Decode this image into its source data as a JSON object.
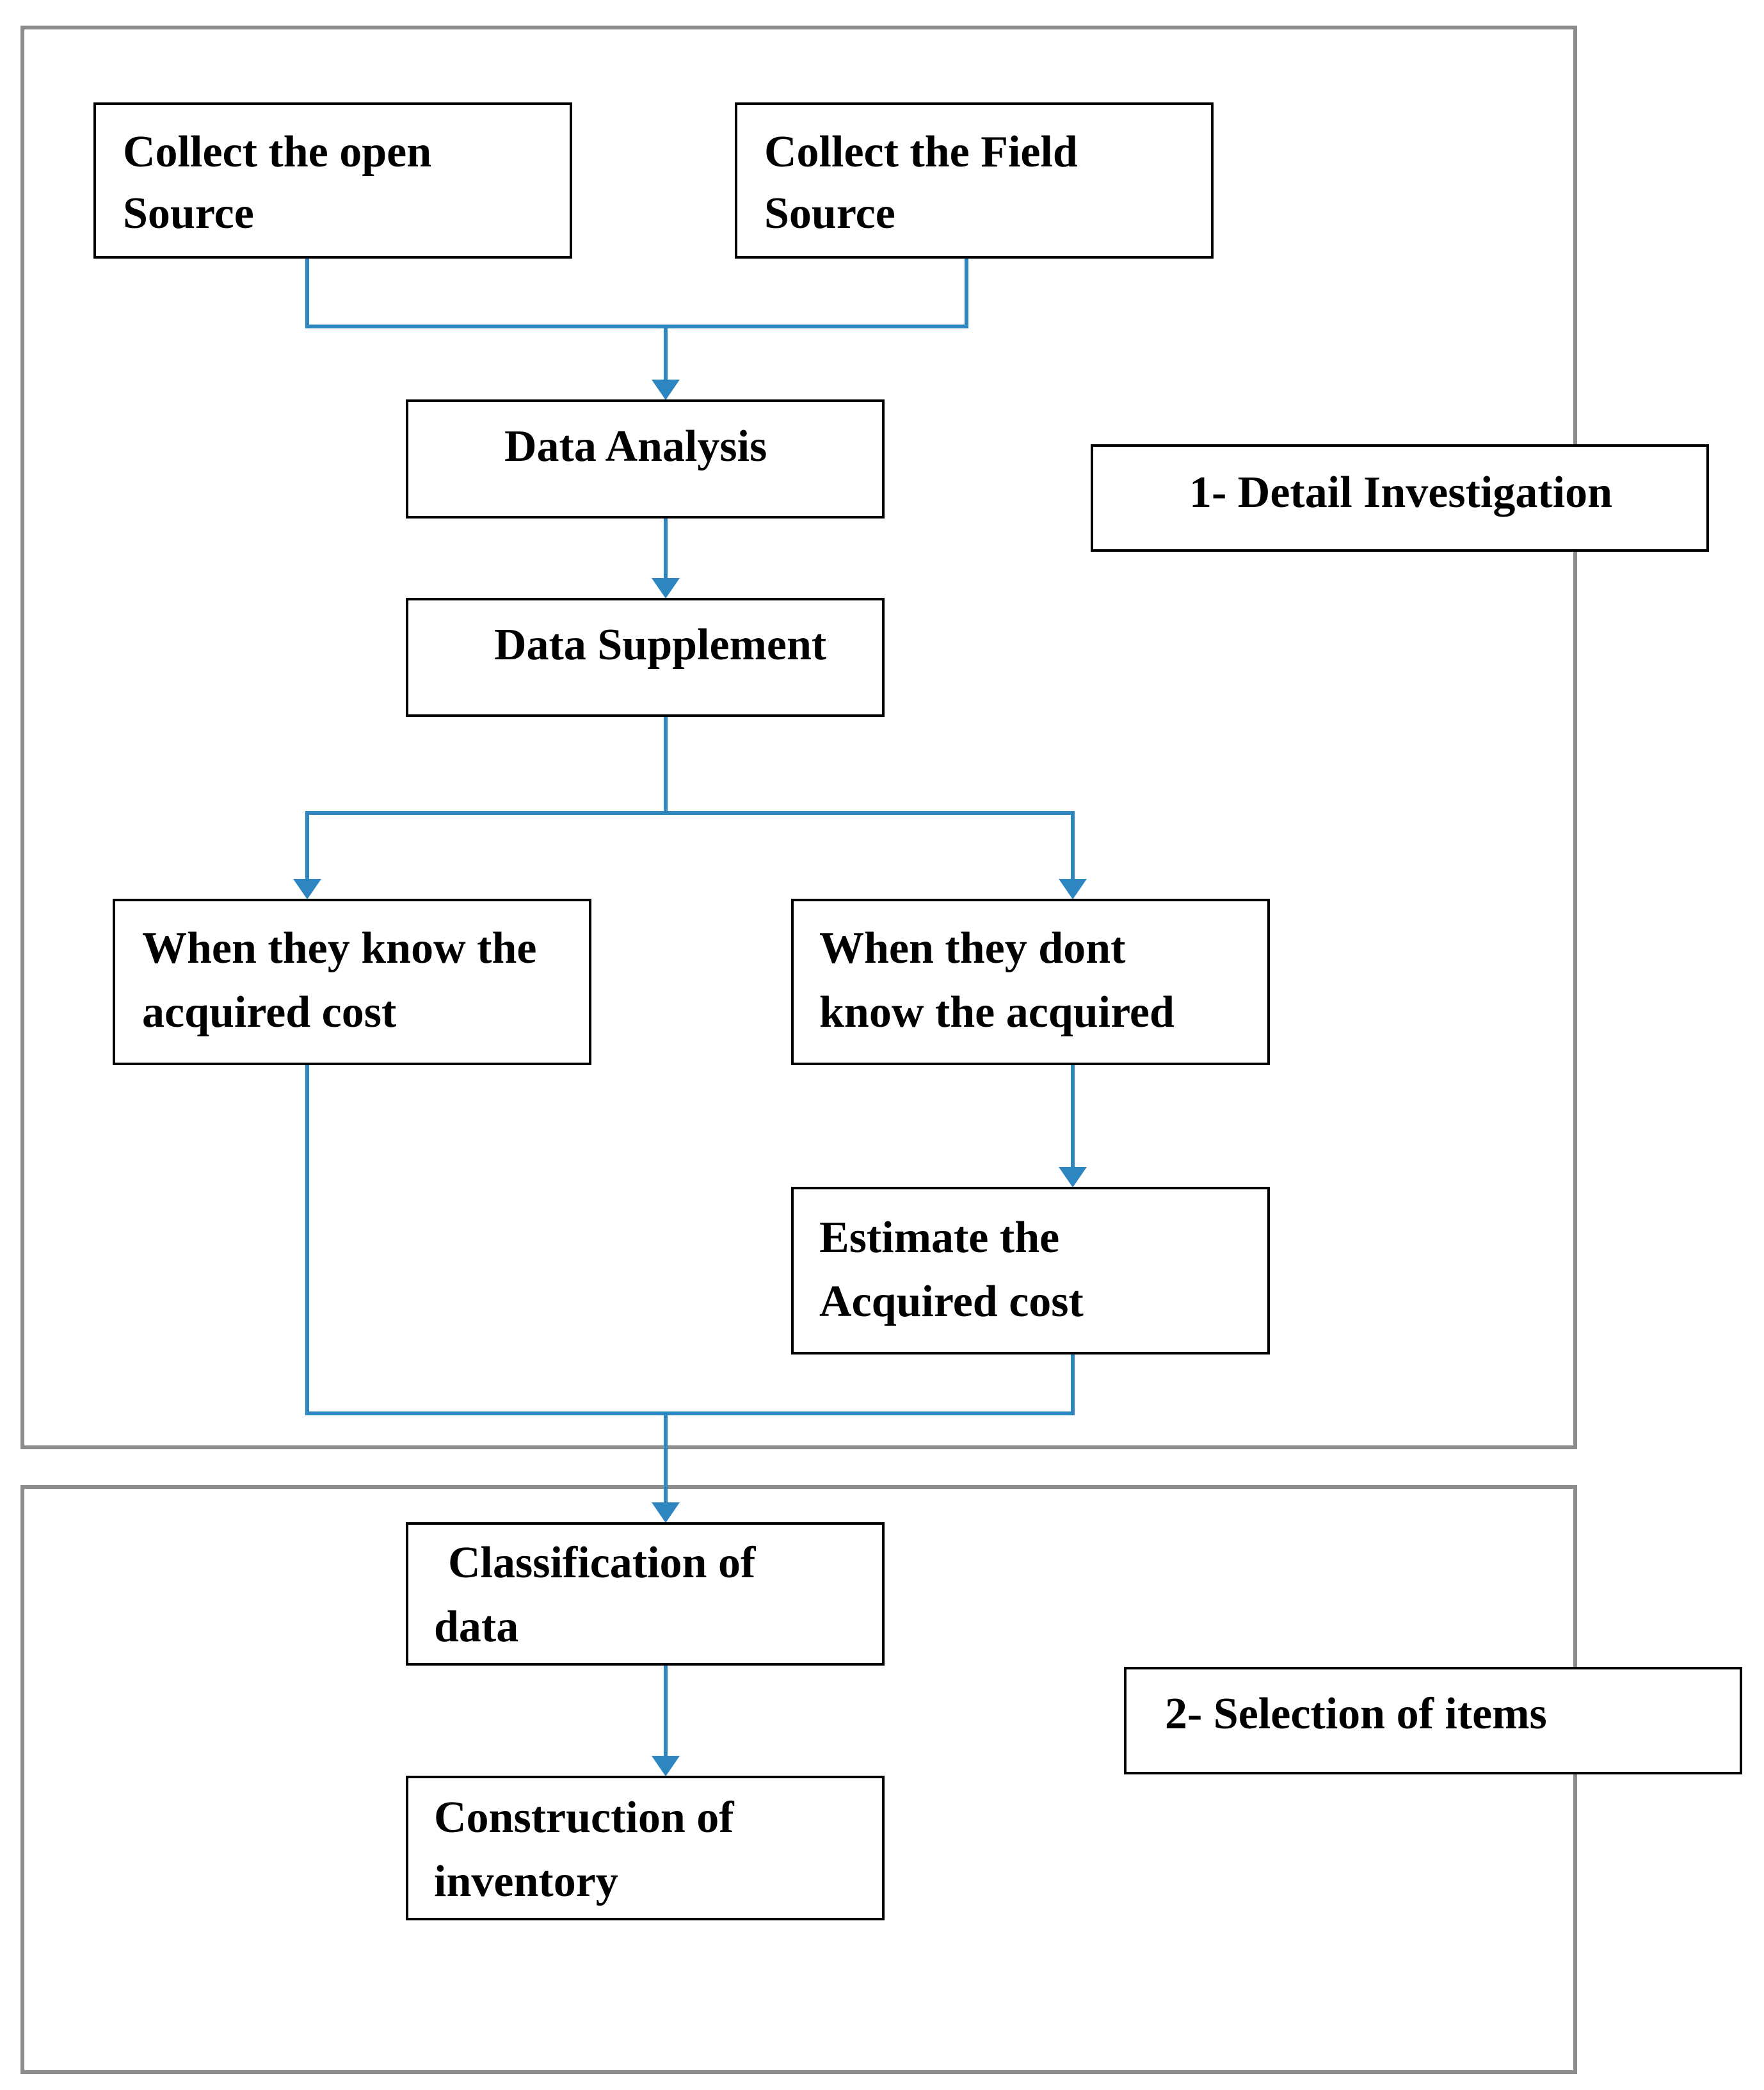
{
  "sections": [
    {
      "label": "1-  Detail  Investigation"
    },
    {
      "label": "2- Selection of items"
    }
  ],
  "nodes": {
    "open_source": {
      "line1": "Collect the open",
      "line2": "Source"
    },
    "field_source": {
      "line1": "Collect the Field",
      "line2": "Source"
    },
    "data_analysis": {
      "line1": "Data Analysis"
    },
    "data_supplement": {
      "line1": "Data Supplement"
    },
    "know_cost": {
      "line1": "When they know the",
      "line2": "acquired cost"
    },
    "dont_know": {
      "line1": "When they dont",
      "line2": "know the acquired"
    },
    "estimate": {
      "line1": "Estimate the",
      "line2": "Acquired cost"
    },
    "classification": {
      "line1": "Classification of",
      "line2": "data"
    },
    "construction": {
      "line1": "Construction of",
      "line2": "inventory"
    }
  },
  "style": {
    "connector_color": "#2e86c1",
    "frame_color": "#8c8c8c",
    "box_border_color": "#000000"
  }
}
